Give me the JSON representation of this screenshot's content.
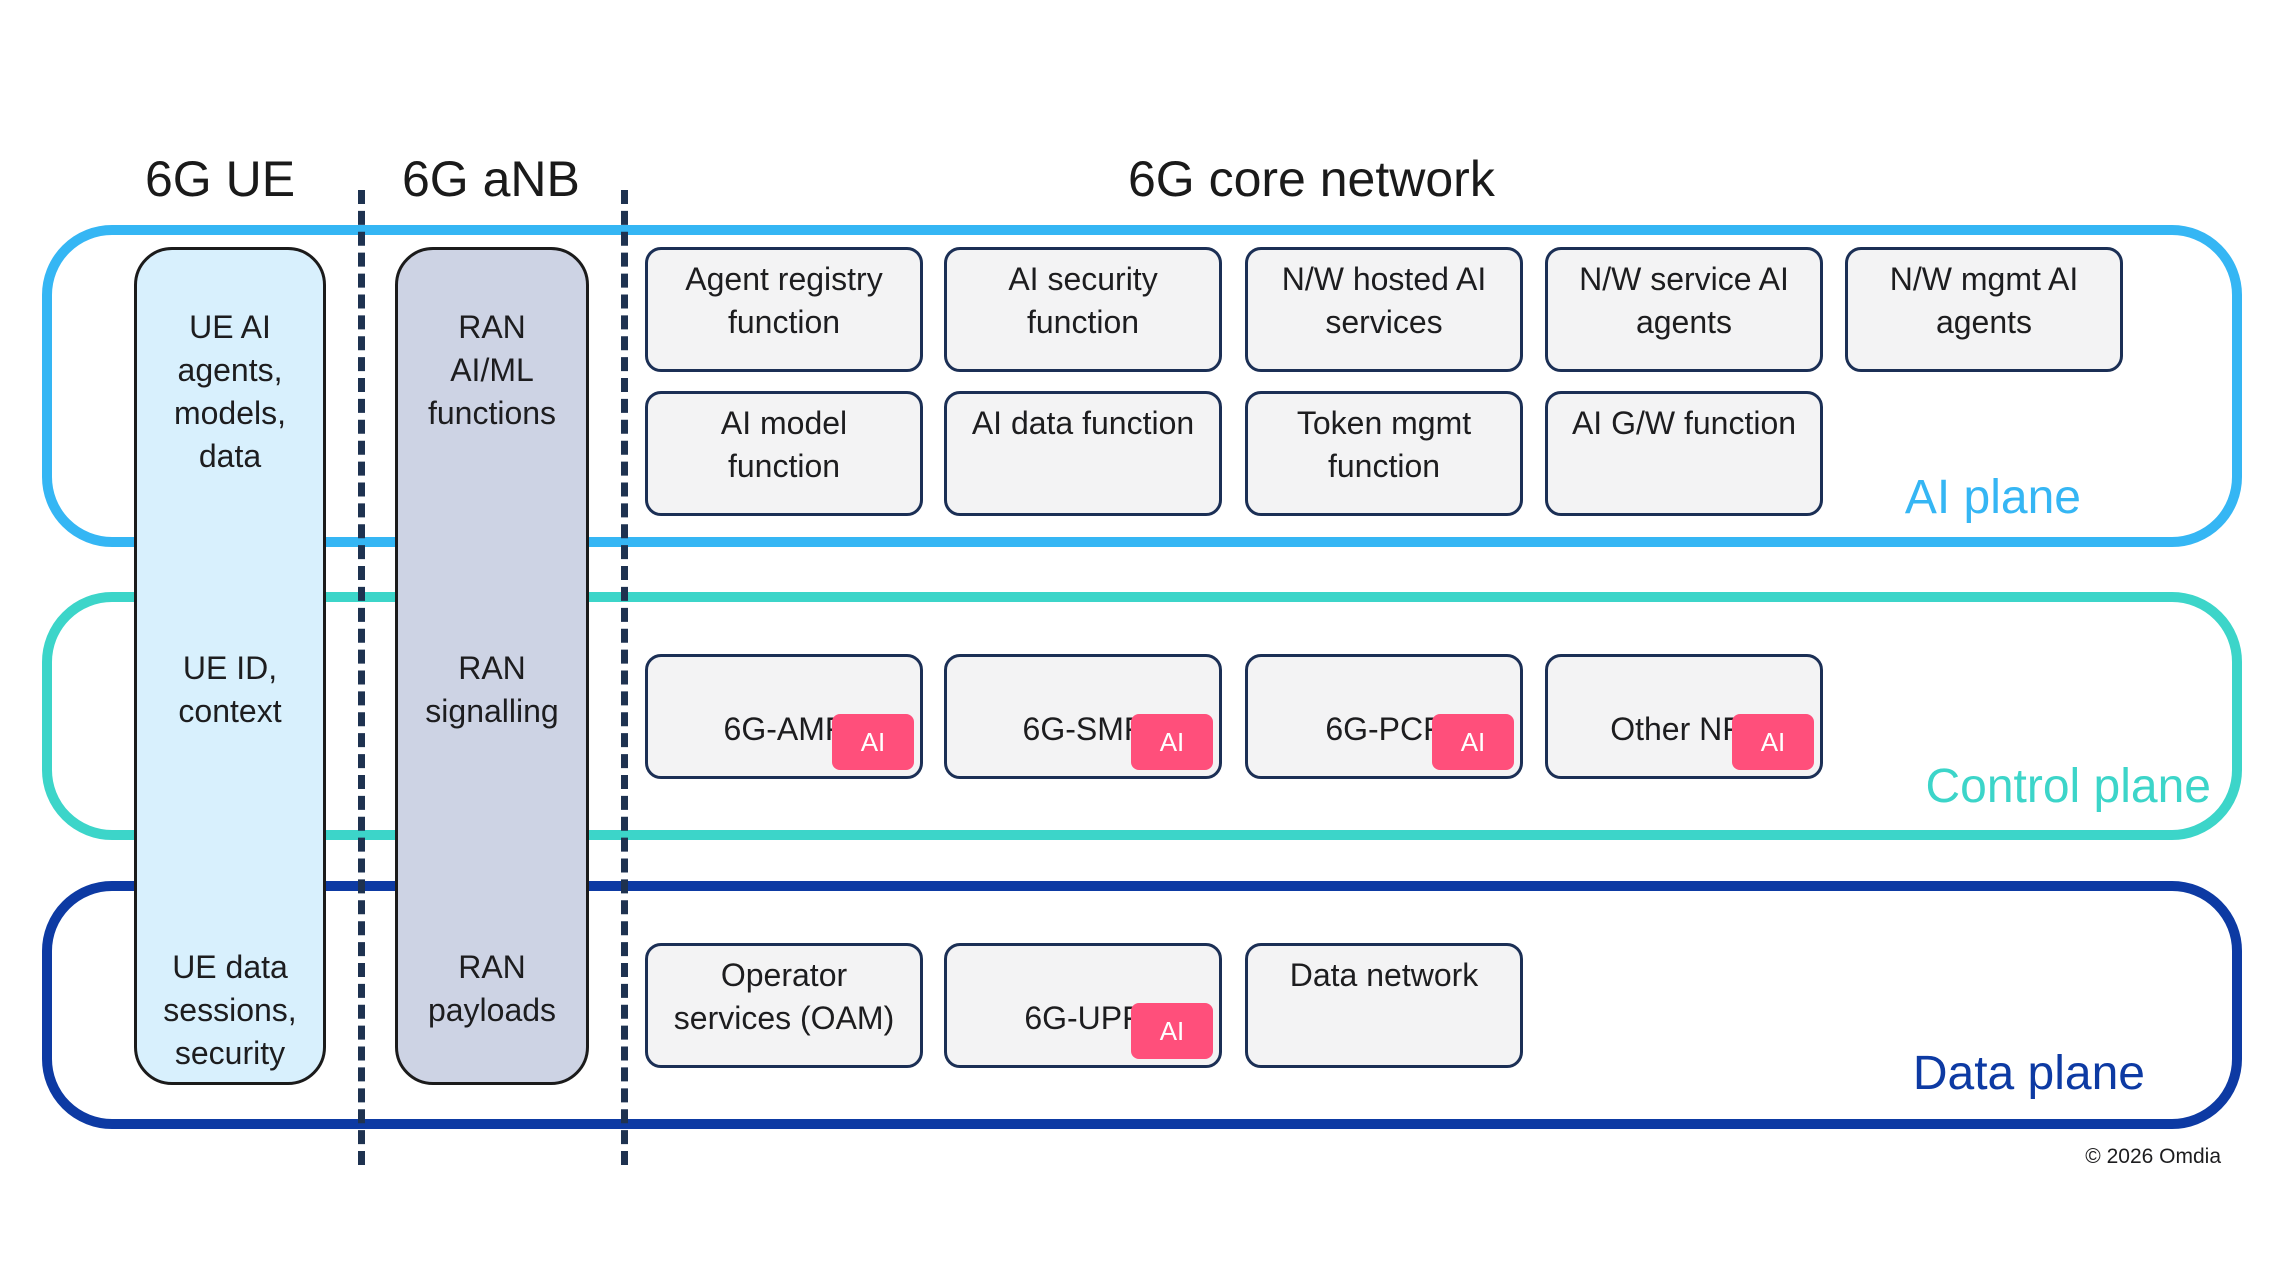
{
  "headers": {
    "ue": "6G UE",
    "anb": "6G aNB",
    "core": "6G core network"
  },
  "planes": {
    "ai": "AI plane",
    "control": "Control plane",
    "data": "Data plane"
  },
  "ue_column": {
    "ai": "UE AI\nagents,\nmodels,\ndata",
    "control": "UE ID,\ncontext",
    "data": "UE data\nsessions,\nsecurity"
  },
  "anb_column": {
    "ai": "RAN\nAI/ML\nfunctions",
    "control": "RAN\nsignalling",
    "data": "RAN\npayloads"
  },
  "ai_functions": [
    "Agent registry\nfunction",
    "AI security\nfunction",
    "N/W hosted AI\nservices",
    "N/W service AI\nagents",
    "N/W mgmt AI\nagents",
    "AI model\nfunction",
    "AI data function",
    "Token mgmt\nfunction",
    "AI G/W function"
  ],
  "control_functions": [
    "6G-AMF",
    "6G-SMF",
    "6G-PCF",
    "Other NFs"
  ],
  "data_functions": [
    "Operator\nservices (OAM)",
    "6G-UPF",
    "Data network"
  ],
  "badge_label": "AI",
  "copyright": "© 2026 Omdia",
  "colors": {
    "ai_plane": "#35b6f4",
    "control_plane": "#3cd5c9",
    "data_plane": "#0d3aa3",
    "ai_badge": "#ff4f7b",
    "ue_fill": "#d8f0fd",
    "anb_fill": "#cdd3e4",
    "divider": "#1e3250"
  }
}
